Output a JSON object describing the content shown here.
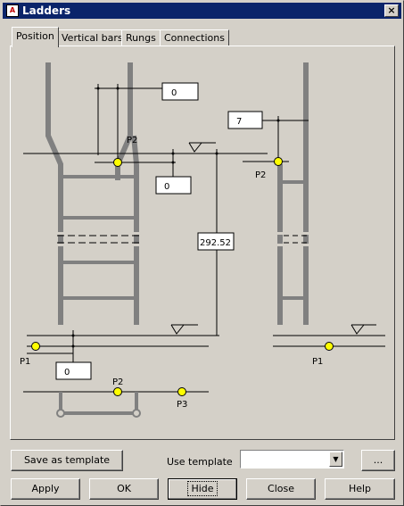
{
  "window": {
    "title": "Ladders",
    "icon": "app-icon",
    "close": "×"
  },
  "tabs": [
    {
      "label": "Position",
      "active": true
    },
    {
      "label": "Vertical bars",
      "active": false
    },
    {
      "label": "Rungs",
      "active": false
    },
    {
      "label": "Connections",
      "active": false
    }
  ],
  "diagram": {
    "field_top_offset": "0",
    "field_side_offset": "7",
    "field_height": "292.52",
    "field_bottom_offset": "0",
    "field_front_offset": "0",
    "label_p2_front": "P2",
    "label_p2_side": "P2",
    "label_p1_front": "P1",
    "label_p1_side": "P1",
    "label_p2_plan": "P2",
    "label_p3_plan": "P3"
  },
  "bottom": {
    "save_template": "Save as template",
    "use_template_label": "Use template",
    "template_value": "",
    "browse": "...",
    "apply": "Apply",
    "ok": "OK",
    "hide": "Hide",
    "close": "Close",
    "help": "Help"
  },
  "colors": {
    "titlebar": "#0a246a",
    "point": "#ffff00",
    "bar": "#808080"
  }
}
